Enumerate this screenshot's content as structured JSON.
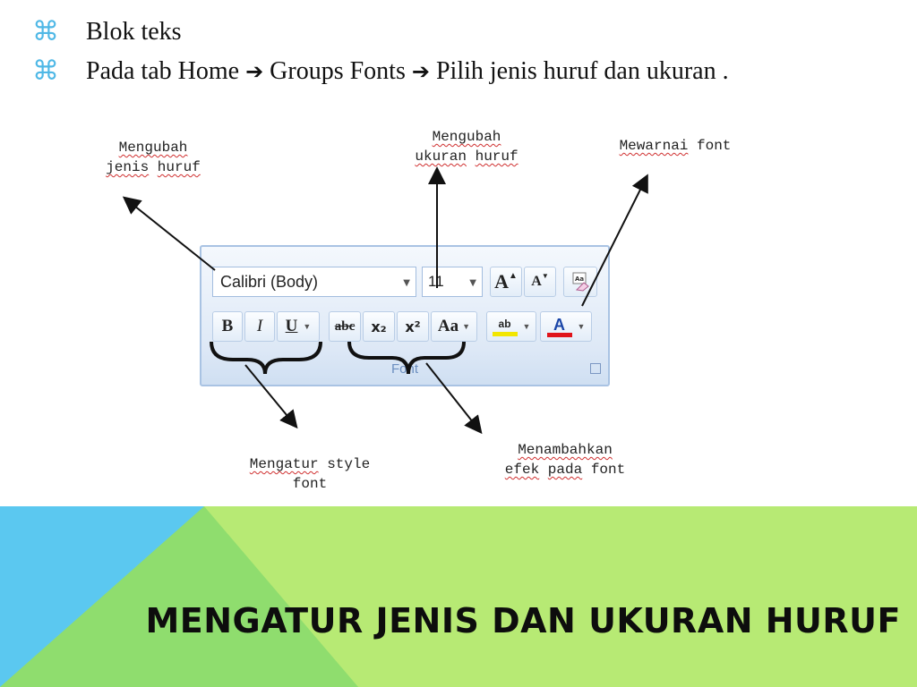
{
  "bullets": [
    {
      "icon": "command-icon",
      "text": "Blok teks"
    },
    {
      "icon": "command-icon",
      "text_parts": [
        "Pada tab Home ",
        "➔",
        " Groups  Fonts ",
        "➔",
        " Pilih jenis huruf dan ukuran ."
      ]
    }
  ],
  "annotations": {
    "font_type": [
      "Mengubah",
      "jenis",
      "huruf"
    ],
    "font_size": [
      "Mengubah",
      "ukuran",
      "huruf"
    ],
    "font_color": [
      "Mewarnai",
      "font"
    ],
    "font_style": [
      "Mengatur",
      "style",
      "font"
    ],
    "font_effect": [
      "Menambahkan",
      "efek",
      "pada",
      "font"
    ]
  },
  "ribbon": {
    "font_name": "Calibri (Body)",
    "font_size": "11",
    "grow_label": "A",
    "shrink_label": "A",
    "bold_label": "B",
    "italic_label": "I",
    "underline_label": "U",
    "strike_label": "abc",
    "subscript_label": "x₂",
    "superscript_label": "x²",
    "case_label": "Aa",
    "highlight_label": "ab",
    "fontcolor_label": "A",
    "group_label": "Font",
    "highlight_color": "#f2e600",
    "fontcolor_color": "#e0141a"
  },
  "footer": {
    "title": "MENGATUR JENIS DAN UKURAN HURUF",
    "colors": {
      "left": "#5bc8f0",
      "middle": "#8fdd6e",
      "right": "#b7ea74"
    }
  }
}
